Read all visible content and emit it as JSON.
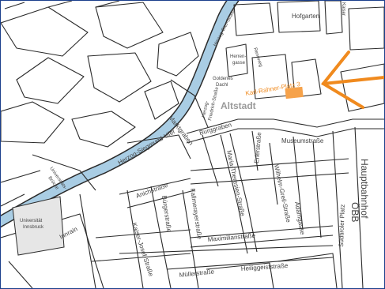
{
  "map": {
    "colors": {
      "street": "#2b2b2b",
      "river": "#a9cde4",
      "highlight": "#f6a24a",
      "arrow": "#f08a1e",
      "district": "#9a9a9a",
      "campus": "#e6e6e6",
      "frame": "#1b3f8c"
    },
    "labels": {
      "hofgarten": "Hofgarten",
      "herzog_otto": "Herzog-Otto-Straße",
      "herrengasse_1": "Herren-",
      "herrengasse_2": "gasse",
      "rennweg": "Rennweg",
      "goldenes_1": "Goldenes",
      "goldenes_2": "Dachl",
      "karl_rahner": "Karl-Rahner-Platz 3",
      "altstadt": "Altstadt",
      "herzog_friedrich_1": "Herzog-",
      "herzog_friedrich_2": "Friedrich-Straße",
      "herzog_siegmund": "Herzog-Siegmund-Ufer",
      "marktgraben": "Marktgraben",
      "burggraben": "Burggraben",
      "erlerstrasse": "Erlerstraße",
      "museumstrasse": "Museumstraße",
      "universitaetsbruecke_1": "Universitäts-",
      "universitaetsbruecke_2": "Brücke",
      "maria_theresien": "Maria-Theresien-Straße",
      "wilhelm_greil": "Wilhelm-Greil-Straße",
      "adamgasse": "Adamgasse",
      "suedtiroler": "Südtiroler Platz",
      "hauptbahnhof": "Hauptbahnhof",
      "oebb": "ÖBB",
      "anichstrasse": "Anichstraße",
      "fallmerayer": "Fallmerayerstraße",
      "burgerstrasse": "Bürgerstraße",
      "universitaet_1": "Universität",
      "universitaet_2": "Innsbruck",
      "innrain": "Innrain",
      "kaiser_josef": "Kaiser-Josef-Straße",
      "maximilian": "Maximilianstraße",
      "muellerstrasse": "Müllerstraße",
      "heiliggeist": "Heiliggeiststraße",
      "kaiserjaeger": "Kaiser"
    }
  }
}
